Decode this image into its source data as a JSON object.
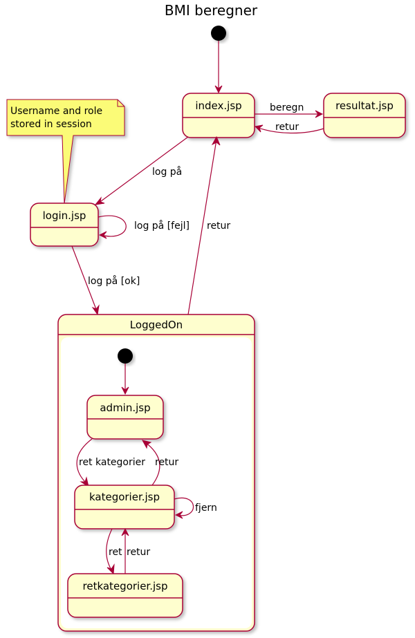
{
  "title": "BMI beregner",
  "states": {
    "index": "index.jsp",
    "resultat": "resultat.jsp",
    "login": "login.jsp",
    "loggedon": "LoggedOn",
    "admin": "admin.jsp",
    "kategorier": "kategorier.jsp",
    "retkategorier": "retkategorier.jsp"
  },
  "note": {
    "line1": "Username and role",
    "line2": "stored in session"
  },
  "transitions": {
    "index_to_resultat": "beregn",
    "resultat_to_index": "retur",
    "index_to_login": "log på",
    "login_self": "log på [fejl]",
    "loggedon_to_index": "retur",
    "login_to_loggedon": "log på  [ok]",
    "admin_to_kategorier": "ret kategorier",
    "kategorier_to_admin": "retur",
    "kategorier_self": "fjern",
    "kategorier_to_retkategorier": "ret",
    "retkategorier_to_kategorier": "retur"
  },
  "colors": {
    "state_fill": "#FEFECE",
    "border": "#A80036",
    "note_fill": "#FBFB77"
  }
}
